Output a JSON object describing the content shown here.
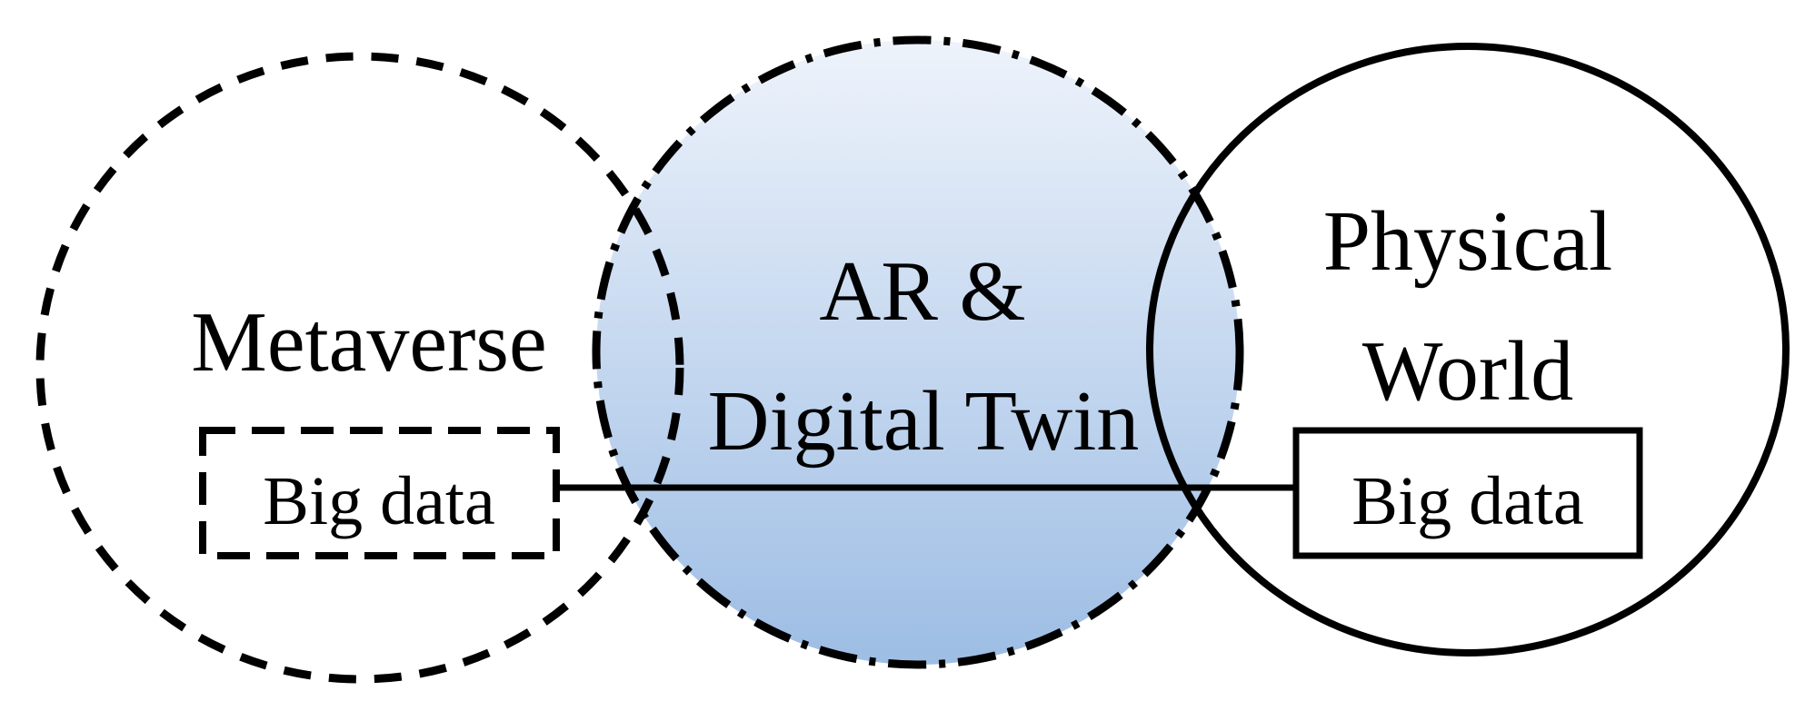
{
  "diagram": {
    "metaverse": {
      "label": "Metaverse",
      "box_label": "Big data"
    },
    "ar_digital_twin": {
      "label_line1": "AR &",
      "label_line2": "Digital Twin"
    },
    "physical_world": {
      "label_line1": "Physical",
      "label_line2": "World",
      "box_label": "Big data"
    },
    "colors": {
      "stroke": "#000000",
      "fill_top": "#eef3fb",
      "fill_bottom": "#9dbde4",
      "background": "#ffffff"
    }
  }
}
